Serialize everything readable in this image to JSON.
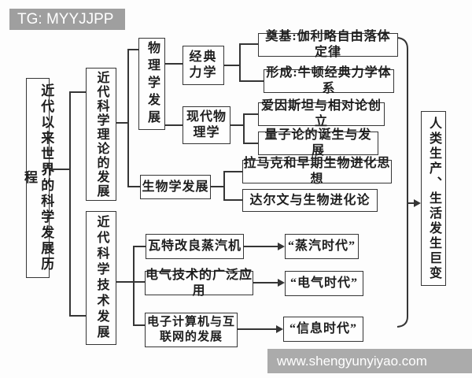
{
  "header": {
    "tg_label": "TG: MYYJJPP"
  },
  "watermark": {
    "url_text": "www.shengyunyiyao.com"
  },
  "colors": {
    "line": "#353535",
    "label_bar_gray": "#9f9f9f",
    "box_bg": "#fefefe",
    "text": "#1e1e1e"
  },
  "diagram": {
    "root": {
      "label": "近代以来世界的科学发展历程"
    },
    "outcome": {
      "label": "人类生产、生活发生巨变"
    },
    "branches": {
      "theory": {
        "label": "近代科学理论的发展"
      },
      "technology": {
        "label": "近代科学技术发展"
      }
    },
    "theory_children": {
      "physics": {
        "label": "物理学发展"
      },
      "classical_mechanics": {
        "label": "经典力学"
      },
      "modern_physics": {
        "label": "现代物理学"
      },
      "biology": {
        "label": "生物学发展"
      }
    },
    "leaves": {
      "galileo": "奠基:伽利略自由落体定律",
      "newton": "形成:牛顿经典力学体系",
      "einstein": "爱因斯坦与相对论创立",
      "quantum": "量子论的诞生与发展",
      "lamarck": "拉马克和早期生物进化思想",
      "darwin": "达尔文与生物进化论"
    },
    "tech_items": {
      "steam_engine": "瓦特改良蒸汽机",
      "electric": "电气技术的广泛应用",
      "computer": "电子计算机与互联网的发展"
    },
    "eras": {
      "steam": "“蒸汽时代”",
      "electric": "“电气时代”",
      "information": "“信息时代”"
    }
  }
}
